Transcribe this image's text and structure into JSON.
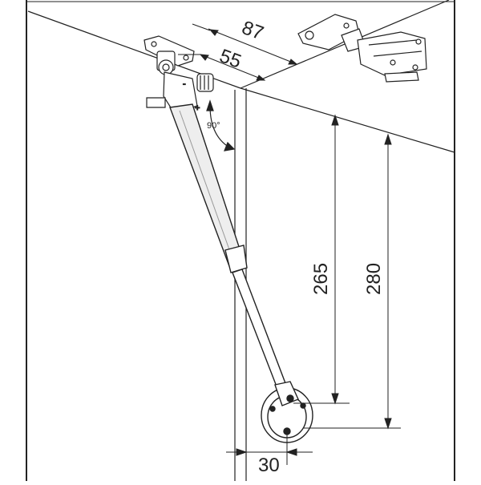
{
  "drawing": {
    "line_color": "#222222",
    "fill_color": "#ffffff",
    "strut_fill": "#eeeeee",
    "dimensions": {
      "hinge_offset_outer": "87",
      "hinge_offset_inner": "55",
      "opening_angle": "90°",
      "mount_height_lower": "265",
      "mount_height_upper": "280",
      "door_offset": "30"
    },
    "parts": {
      "gas_strut": "gas-strut",
      "door_bracket": "round-door-bracket",
      "cabinet_bracket": "top-mount-bracket",
      "concealed_hinge": "cup-hinge"
    }
  }
}
